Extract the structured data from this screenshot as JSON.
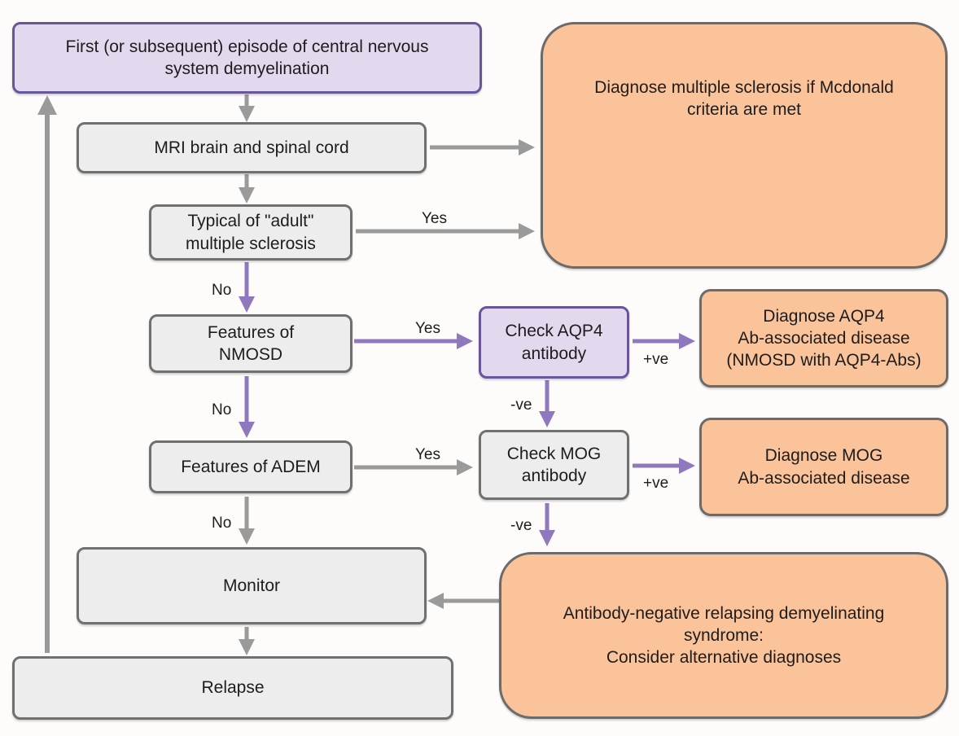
{
  "boxes": {
    "first_episode": "First (or subsequent) episode of central nervous\nsystem demyelination",
    "mri": "MRI brain and spinal cord",
    "diagnose_ms": "Diagnose multiple sclerosis if Mcdonald\ncriteria are met",
    "typical_ms": "Typical of \"adult\"\nmultiple sclerosis",
    "features_nmosd": "Features of\nNMOSD",
    "check_aqp4": "Check AQP4\nantibody",
    "diagnose_aqp4": "Diagnose AQP4\nAb-associated disease\n(NMOSD with AQP4-Abs)",
    "features_adem": "Features of ADEM",
    "check_mog": "Check MOG\nantibody",
    "diagnose_mog": "Diagnose MOG\nAb-associated disease",
    "monitor": "Monitor",
    "antibody_negative": "Antibody-negative relapsing demyelinating\nsyndrome:\nConsider alternative diagnoses",
    "relapse": "Relapse"
  },
  "labels": {
    "yes_typical": "Yes",
    "no_typical": "No",
    "yes_nmosd": "Yes",
    "no_nmosd": "No",
    "yes_adem": "Yes",
    "no_adem": "No",
    "pos_aqp4": "+ve",
    "neg_aqp4": "-ve",
    "pos_mog": "+ve",
    "neg_mog": "-ve"
  },
  "colors": {
    "grey_arrow": "#9a9a9a",
    "purple_arrow": "#8f78bd",
    "outcome_fill": "#fbc39a",
    "start_fill": "#e2d9ee",
    "step_fill": "#ededed"
  }
}
